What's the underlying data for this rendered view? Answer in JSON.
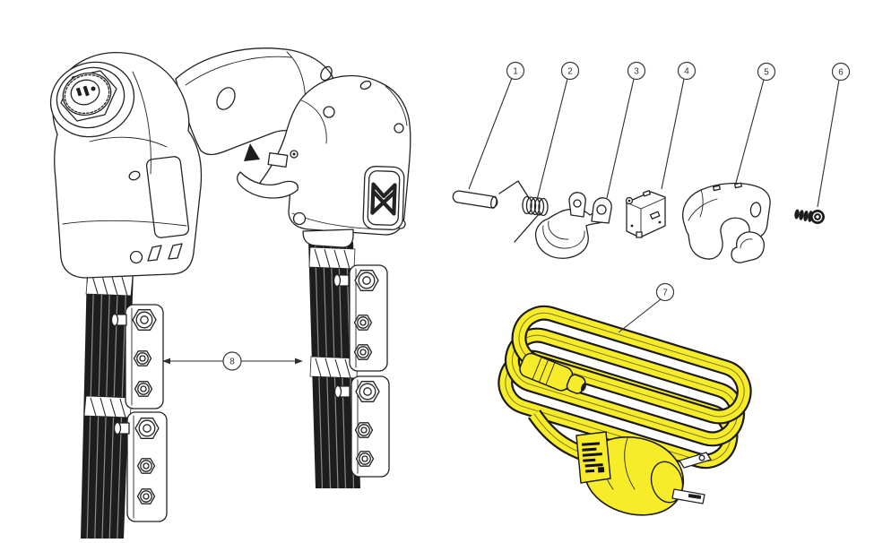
{
  "figure": {
    "type": "exploded-parts-diagram",
    "background_color": "#ffffff",
    "line_color": "#232323",
    "cord_color": "#f7ec2a"
  },
  "callouts": [
    {
      "label": "1"
    },
    {
      "label": "2"
    },
    {
      "label": "3"
    },
    {
      "label": "4"
    },
    {
      "label": "5"
    },
    {
      "label": "6"
    },
    {
      "label": "7"
    },
    {
      "label": "8"
    }
  ]
}
